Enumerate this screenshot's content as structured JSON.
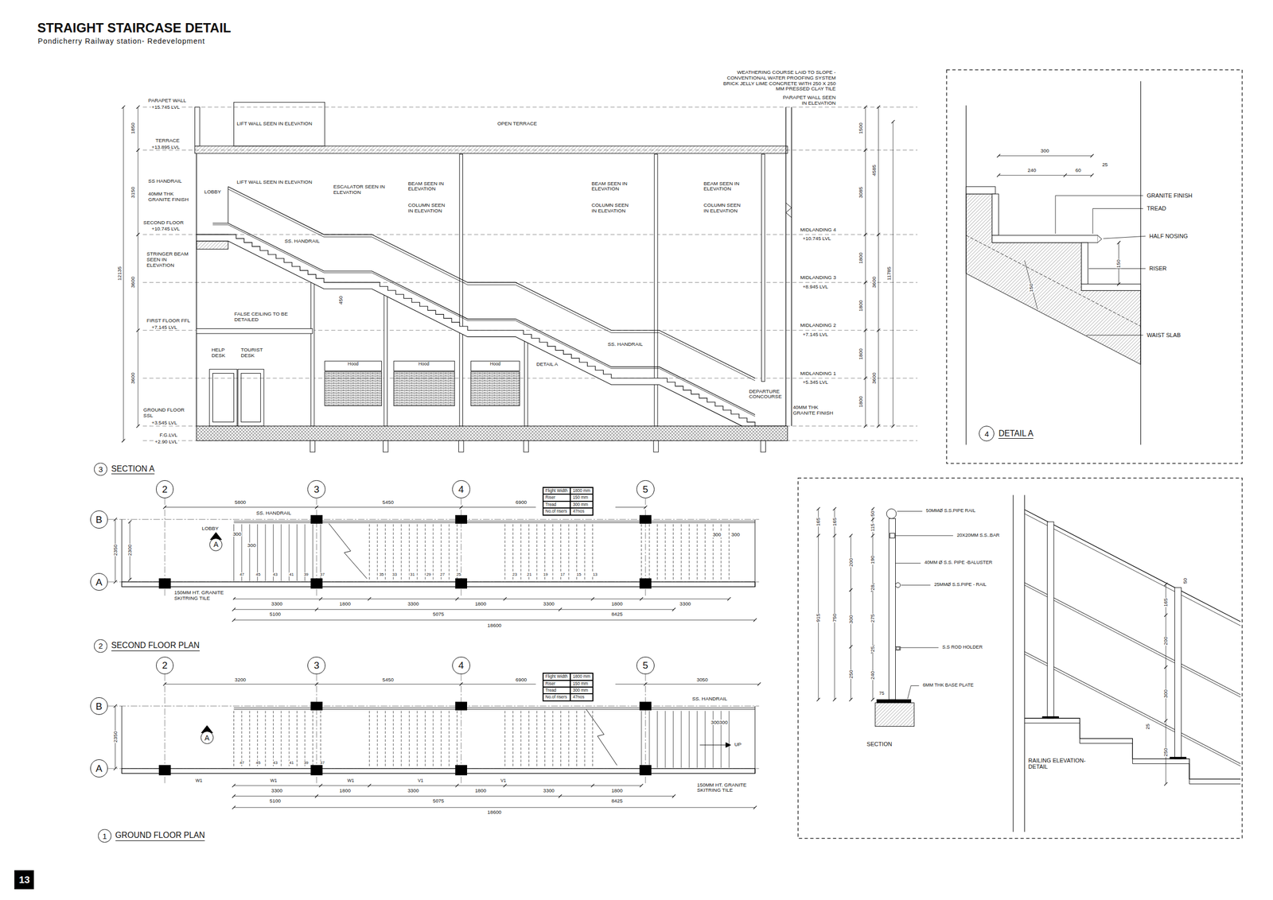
{
  "diagram": {
    "title": "STRAIGHT STAIRCASE DETAIL",
    "nodes": [
      {
        "text": [
          "3",
          "SECTION A"
        ]
      },
      {
        "text": [
          "2",
          "SECOND FLOOR PLAN"
        ]
      },
      {
        "text": [
          "1",
          "GROUND FLOOR PLAN"
        ]
      },
      {
        "text": [
          "4",
          "DETAIL A"
        ]
      },
      {
        "text": [
          "2"
        ]
      },
      {
        "text": [
          "3"
        ]
      },
      {
        "text": [
          "4"
        ]
      },
      {
        "text": [
          "5"
        ]
      },
      {
        "text": [
          "B"
        ]
      },
      {
        "text": [
          "A"
        ]
      },
      {
        "text": [
          "Flight Width",
          "1800 mm",
          "Riser",
          "150 mm",
          "Tread",
          "300 mm",
          "No.of risers",
          "47nos"
        ]
      },
      {
        "text": [
          "A"
        ]
      },
      {
        "text": [
          "2"
        ]
      },
      {
        "text": [
          "3"
        ]
      },
      {
        "text": [
          "4"
        ]
      },
      {
        "text": [
          "5"
        ]
      },
      {
        "text": [
          "B"
        ]
      },
      {
        "text": [
          "A"
        ]
      },
      {
        "text": [
          "Flight Width",
          "1800 mm",
          "Riser",
          "150 mm",
          "Tread",
          "300 mm",
          "No.of risers",
          "47nos"
        ]
      },
      {
        "text": [
          "A"
        ]
      },
      {
        "text": [
          "13"
        ]
      }
    ],
    "labels": [
      "Pondicherry Railway station- Redevelopment",
      "PARAPET WALL",
      "+15.745 LVL",
      "TERRACE",
      "+13.895 LVL",
      "SS HANDRAIL",
      "40MM THK GRANITE FINISH",
      "LOBBY",
      "SECOND FLOOR",
      "+10.745 LVL",
      "STRINGER BEAM SEEN IN ELEVATION",
      "FIRST FLOOR FFL",
      "+7.145 LVL",
      "FALSE CEILING TO BE DETAILED",
      "HELP DESK",
      "TOURIST DESK",
      "GROUND FLOOR SSL",
      "+3.545 LVL",
      "F.G.LVL",
      "+2.90 LVL",
      "LIFT WALL SEEN IN ELEVATION",
      "OPEN TERRACE",
      "LIFT WALL SEEN IN ELEVATION",
      "ESCALATOR SEEN IN ELEVATION",
      "BEAM SEEN IN ELEVATION",
      "COLUMN SEEN IN ELEVATION",
      "BEAM SEEN IN ELEVATION",
      "COLUMN SEEN IN ELEVATION",
      "BEAM SEEN IN ELEVATION",
      "COLUMN SEEN IN ELEVATION",
      "SS. HANDRAIL",
      "SS. HANDRAIL",
      "450",
      "DETAIL A",
      "Hood",
      "Hood",
      "Hood",
      "DEPARTURE CONCOURSE",
      "40MM THK GRANITE FINISH",
      "WEATHERING COURSE LAID TO SLOPE - CONVENTIONAL WATER PROOFING SYSTEM BRICK JELLY LIME CONCRETE WITH 250 X 250 MM PRESSED CLAY TILE",
      "PARAPET WALL SEEN IN ELEVATION",
      "MIDLANDING 4",
      "+10.745 LVL",
      "MIDLANDING 3",
      "+8.945 LVL",
      "MIDLANDING 2",
      "+7.145 LVL",
      "MIDLANDING 1",
      "+5.345 LVL",
      "1850",
      "3150",
      "3600",
      "3600",
      "12135",
      "1500",
      "3085",
      "1800",
      "1800",
      "1800",
      "1800",
      "4585",
      "3600",
      "3600",
      "11785",
      "5800",
      "5450",
      "6900",
      "SS. HANDRAIL",
      "LOBBY",
      "2350",
      "2300",
      "300",
      "300",
      "300",
      "300",
      "47",
      "45",
      "43",
      "41",
      "39",
      "37",
      "35",
      "33",
      "31",
      "29",
      "27",
      "25",
      "23",
      "21",
      "19",
      "17",
      "15",
      "13",
      "150MM HT. GRANITE SKITRING TILE",
      "3300",
      "1800",
      "3300",
      "1800",
      "3300",
      "1800",
      "3300",
      "5100",
      "5075",
      "8425",
      "18600",
      "3200",
      "5450",
      "6900",
      "3050",
      "SS. HANDRAIL",
      "2350",
      "300300",
      "UP",
      "47",
      "45",
      "43",
      "41",
      "39",
      "37",
      "W1",
      "W1",
      "W1",
      "V1",
      "V1",
      "3300",
      "1800",
      "3300",
      "1800",
      "3300",
      "1800",
      "150MM HT. GRANITE SKITRING TILE",
      "5100",
      "5075",
      "8425",
      "18600",
      "300",
      "240",
      "60",
      "25",
      "GRANITE FINISH",
      "TREAD",
      "HALF NOSING",
      "RISER",
      "150",
      "150",
      "WAIST SLAB",
      "165",
      "915",
      "165",
      "750",
      "200",
      "300",
      "250",
      "50",
      "115",
      "190",
      "28",
      "275",
      "25",
      "240",
      "50MMØ S.S.PIPE RAIL",
      "20X20MM S.S..BAR",
      "40MM Ø S.S. PIPE -BALUSTER",
      "25MMØ S.S.PIPE - RAIL",
      "S.S ROD HOLDER",
      "6MM THK BASE PLATE",
      "75",
      "SECTION",
      "RAILING ELEVATION-DETAIL",
      "50",
      "165",
      "200",
      "300",
      "25",
      "250"
    ]
  }
}
